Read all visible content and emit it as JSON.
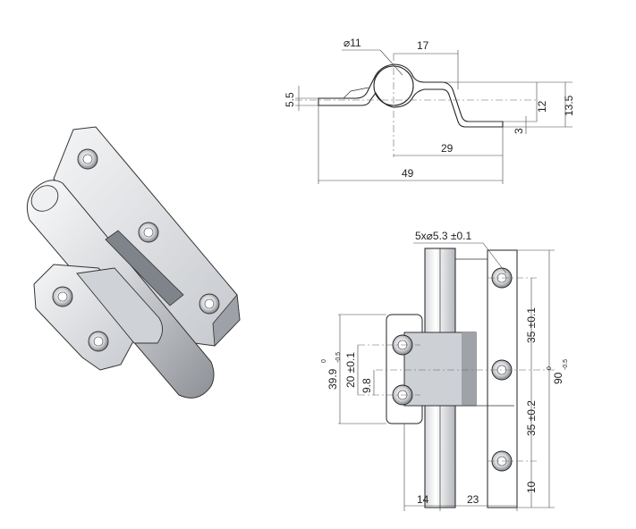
{
  "top_view": {
    "diameter": "⌀11",
    "arm_length": "17",
    "thickness": "5.5",
    "height": "12",
    "total_height": "13.5",
    "plate_thickness": "3",
    "offset": "29",
    "total_length": "49"
  },
  "front_view": {
    "hole_note": "5x⌀5.3 ±0.1",
    "pitch_upper": "35 ±0.1",
    "pitch_lower": "35 ±0.2",
    "overall_height": "90",
    "overall_tol_top": "0",
    "overall_tol_bottom": "-0.5",
    "leaf_height": "39.9",
    "leaf_tol_top": "0",
    "leaf_tol_bottom": "-0.5",
    "hole_spacing": "20 ±0.1",
    "small_dim": "9.8",
    "edge_dim": "10",
    "left_width": "14",
    "right_width": "23"
  },
  "colors": {
    "metal_light": "#f1f2f4",
    "metal_mid": "#c9ccd1",
    "metal_dark": "#8a8e95",
    "line": "#222222"
  }
}
